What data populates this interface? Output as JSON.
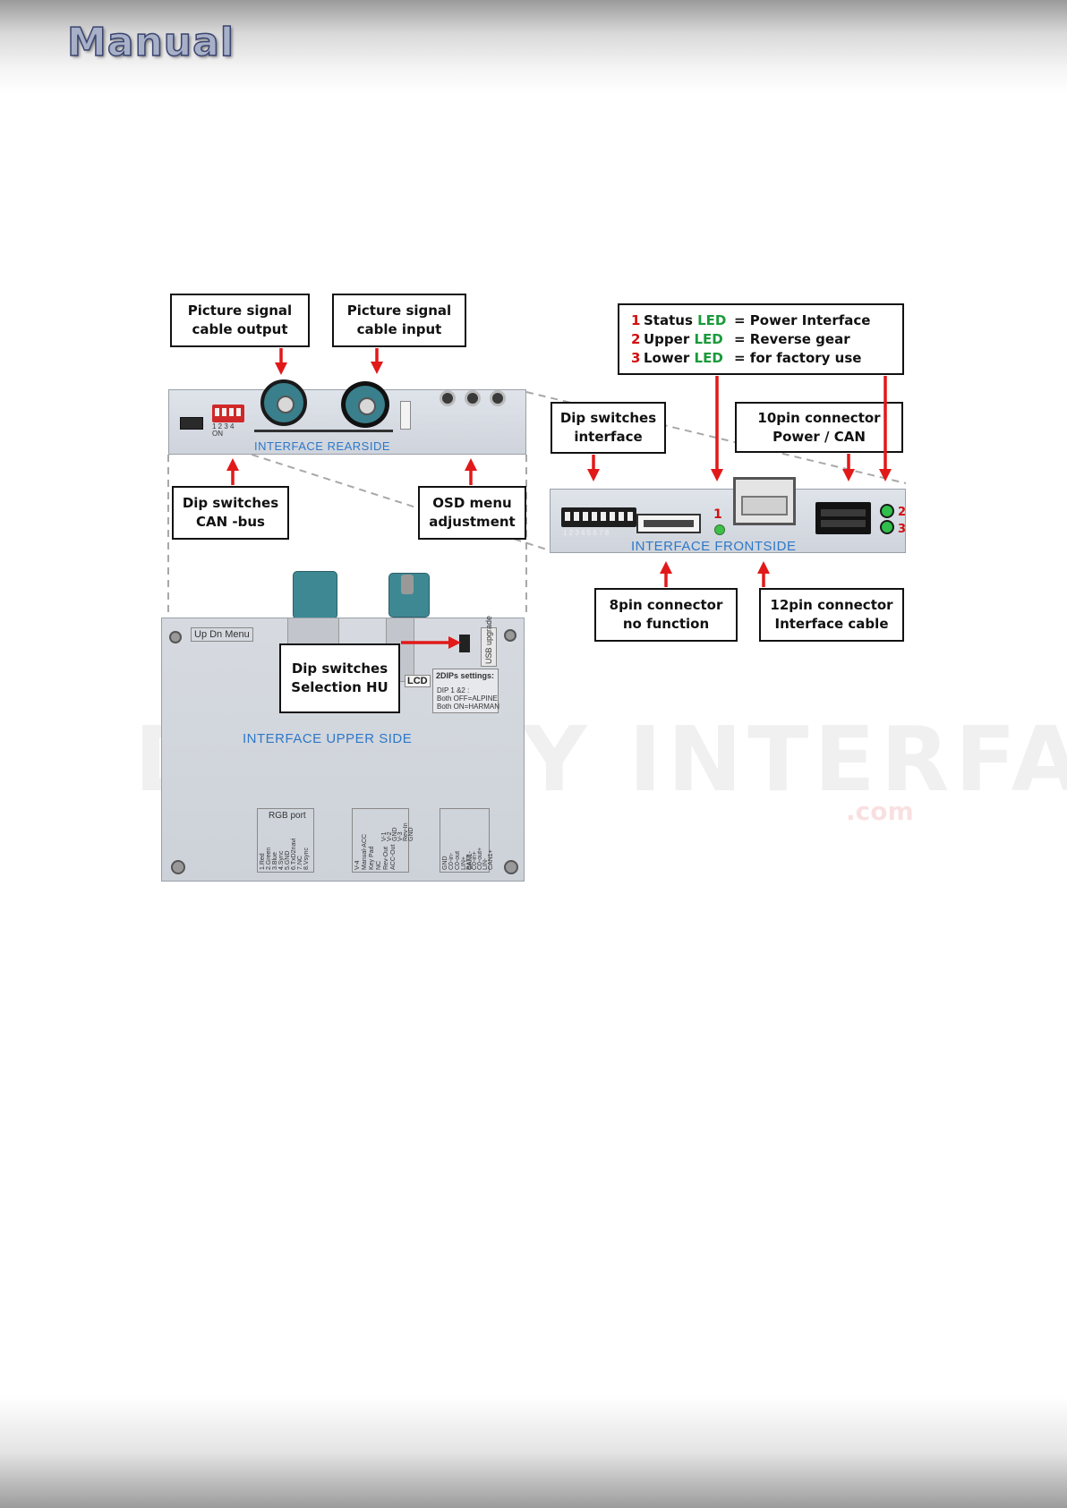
{
  "header": {
    "title": "Manual"
  },
  "callouts": {
    "picture_out": [
      "Picture signal",
      "cable output"
    ],
    "picture_in": [
      "Picture signal",
      "cable input"
    ],
    "dip_interface": [
      "Dip switches",
      "interface"
    ],
    "conn_10pin": [
      "10pin connector",
      "Power / CAN"
    ],
    "dip_can": [
      "Dip switches",
      "CAN -bus"
    ],
    "osd_menu": [
      "OSD menu",
      "adjustment"
    ],
    "conn_8pin": [
      "8pin connector",
      "no function"
    ],
    "conn_12pin": [
      "12pin connector",
      "Interface cable"
    ],
    "dip_hu": [
      "Dip switches",
      "Selection HU"
    ]
  },
  "legend": [
    {
      "num": "1",
      "name": "Status",
      "led": "LED",
      "meaning": "= Power Interface"
    },
    {
      "num": "2",
      "name": "Upper",
      "led": "LED",
      "meaning": "= Reverse gear"
    },
    {
      "num": "3",
      "name": "Lower",
      "led": "LED",
      "meaning": "= for factory use"
    }
  ],
  "device_labels": {
    "rearside": "INTERFACE   REARSIDE",
    "frontside": "INTERFACE   FRONTSIDE",
    "upperside": "INTERFACE   UPPER SIDE",
    "up_dn_menu": "Up Dn Menu",
    "lcd": "LCD",
    "usb": "USB upgrade",
    "dips_title": "2DIPs settings:",
    "dips_line1": "DIP 1 &2 :",
    "dips_line2": "Both OFF=ALPINE",
    "dips_line3": "Both ON=HARMAN",
    "rgb_title": "RGB port",
    "rgb_pins": "1.Red\n2.Green\n3.Blue\n4.Sync\n5.GND\n6.TxD2navi\n7.NC\n8.Vsync",
    "pins_a": "V-4\nManual-ACC\nKey Pad\nNC\nRev-Out\nACC-Out",
    "pins_b": "V-1\nV-2\nGND\nV-3\nRev-In\nGND",
    "pins_c": "GND\nC0-in-\nC0-out\nLIN+\nCAN1-",
    "pins_d": "BATT\nC0-in+\nC0-out+\nLIN-\nCAN1+",
    "front_led_1": "1",
    "front_led_2": "2",
    "front_led_3": "3",
    "dip_front_nums": "1 2 3 4 5 6 7 8",
    "dip_rear_nums": "1 2 3 4",
    "dip_on": "ON"
  },
  "watermark": {
    "main": "DISPLAY INTERFACE",
    "sub": ".com"
  },
  "colors": {
    "arrow": "#e11919",
    "label_blue": "#2e78c8",
    "led_green": "#1a9a3a",
    "led_red": "#d01010"
  }
}
